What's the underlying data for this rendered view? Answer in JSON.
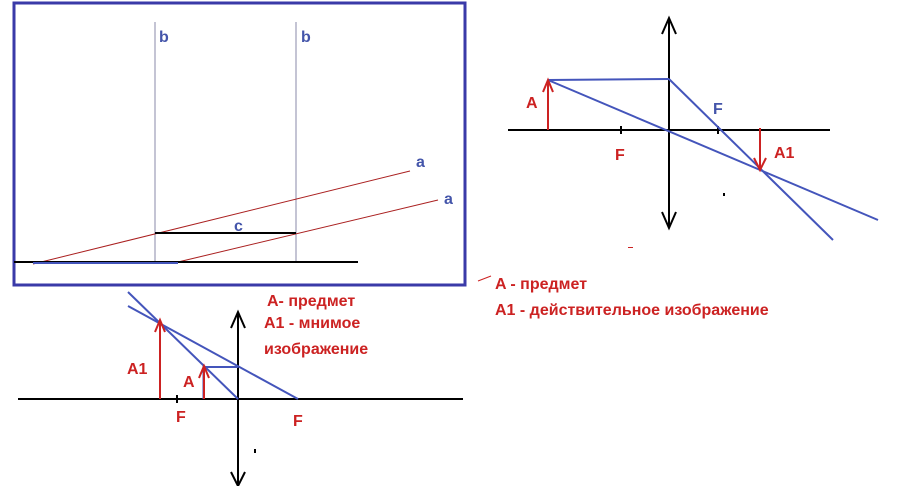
{
  "colors": {
    "frame": "#3a3aa8",
    "ray_blue": "#4455bb",
    "red": "#cc2222",
    "dark_red": "#aa2020",
    "black": "#000000",
    "gridline": "#8a8aa8"
  },
  "parallel_fig": {
    "label_b1": "b",
    "label_b2": "b",
    "label_a1": "a",
    "label_a2": "a",
    "label_c": "c"
  },
  "converging_lens_fig": {
    "label_A": "A",
    "label_F_top": "F",
    "label_F_bottom": "F",
    "label_A1": "A1",
    "legend_object": "A - предмет",
    "legend_image": "A1 - действительное изображение"
  },
  "virtual_image_fig": {
    "legend_object": "A- предмет",
    "legend_image_line1": "A1 - мнимое",
    "legend_image_line2": "изображение",
    "label_A1": "A1",
    "label_A": "A",
    "label_F_left": "F",
    "label_F_right": "F"
  }
}
